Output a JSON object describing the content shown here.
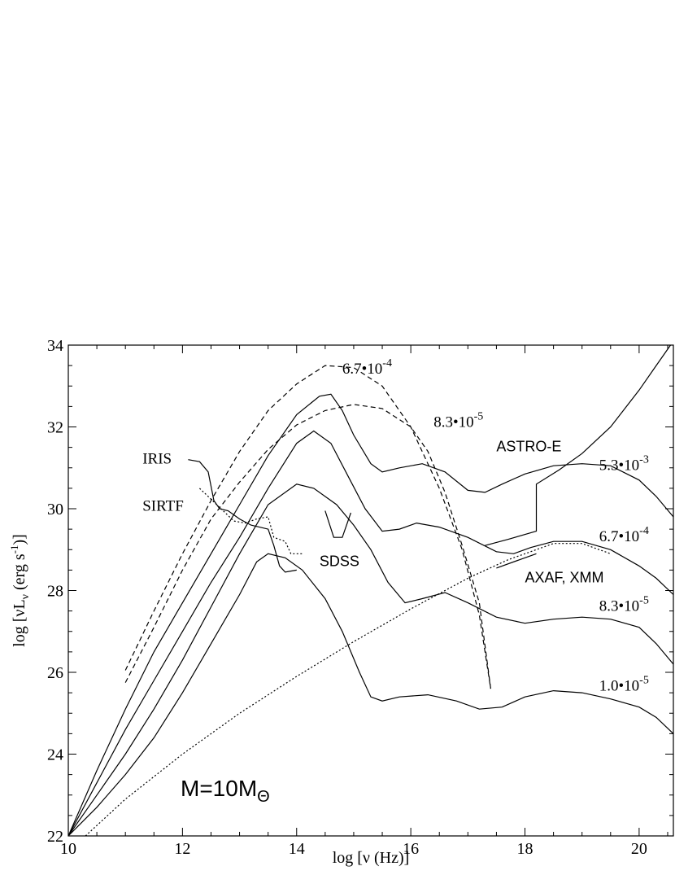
{
  "chart_data": {
    "type": "line",
    "xlabel": "log [ν (Hz)]",
    "ylabel": "log [νL_ν (erg s^-1)]",
    "xlim": [
      10,
      20.6
    ],
    "ylim": [
      22,
      34
    ],
    "x_ticks": [
      10,
      12,
      14,
      16,
      18,
      20
    ],
    "y_ticks": [
      22,
      24,
      26,
      28,
      30,
      32,
      34
    ],
    "grid": false,
    "mass_label": {
      "prefix": "M=10M",
      "sub": "Θ"
    },
    "series": [
      {
        "style": "solid",
        "points": [
          [
            10.0,
            22.0
          ],
          [
            10.5,
            23.6
          ],
          [
            11.0,
            25.1
          ],
          [
            11.5,
            26.5
          ],
          [
            12.0,
            27.7
          ],
          [
            12.5,
            28.9
          ],
          [
            13.0,
            30.1
          ],
          [
            13.5,
            31.3
          ],
          [
            14.0,
            32.3
          ],
          [
            14.4,
            32.75
          ],
          [
            14.6,
            32.8
          ],
          [
            14.8,
            32.4
          ],
          [
            15.0,
            31.8
          ],
          [
            15.3,
            31.1
          ],
          [
            15.5,
            30.9
          ],
          [
            15.8,
            31.0
          ],
          [
            16.2,
            31.1
          ],
          [
            16.6,
            30.9
          ],
          [
            17.0,
            30.45
          ],
          [
            17.3,
            30.4
          ],
          [
            17.6,
            30.6
          ],
          [
            18.0,
            30.85
          ],
          [
            18.5,
            31.05
          ],
          [
            19.0,
            31.1
          ],
          [
            19.5,
            31.05
          ],
          [
            20.0,
            30.7
          ],
          [
            20.3,
            30.3
          ],
          [
            20.6,
            29.8
          ]
        ]
      },
      {
        "style": "solid",
        "points": [
          [
            10.0,
            22.0
          ],
          [
            10.5,
            23.3
          ],
          [
            11.0,
            24.6
          ],
          [
            11.5,
            25.8
          ],
          [
            12.0,
            27.0
          ],
          [
            12.5,
            28.2
          ],
          [
            13.0,
            29.3
          ],
          [
            13.5,
            30.5
          ],
          [
            14.0,
            31.6
          ],
          [
            14.3,
            31.9
          ],
          [
            14.6,
            31.6
          ],
          [
            14.9,
            30.8
          ],
          [
            15.2,
            30.0
          ],
          [
            15.5,
            29.45
          ],
          [
            15.8,
            29.5
          ],
          [
            16.1,
            29.65
          ],
          [
            16.5,
            29.55
          ],
          [
            17.0,
            29.3
          ],
          [
            17.5,
            28.95
          ],
          [
            17.8,
            28.9
          ],
          [
            18.1,
            29.05
          ],
          [
            18.5,
            29.2
          ],
          [
            19.0,
            29.2
          ],
          [
            19.5,
            29.0
          ],
          [
            20.0,
            28.6
          ],
          [
            20.3,
            28.3
          ],
          [
            20.6,
            27.9
          ]
        ]
      },
      {
        "style": "solid",
        "points": [
          [
            10.0,
            22.0
          ],
          [
            10.5,
            23.0
          ],
          [
            11.0,
            24.0
          ],
          [
            11.5,
            25.1
          ],
          [
            12.0,
            26.3
          ],
          [
            12.5,
            27.6
          ],
          [
            13.0,
            28.9
          ],
          [
            13.5,
            30.1
          ],
          [
            14.0,
            30.6
          ],
          [
            14.3,
            30.5
          ],
          [
            14.7,
            30.1
          ],
          [
            15.0,
            29.6
          ],
          [
            15.3,
            29.0
          ],
          [
            15.6,
            28.2
          ],
          [
            15.9,
            27.7
          ],
          [
            16.2,
            27.8
          ],
          [
            16.6,
            27.95
          ],
          [
            17.0,
            27.7
          ],
          [
            17.5,
            27.35
          ],
          [
            18.0,
            27.2
          ],
          [
            18.5,
            27.3
          ],
          [
            19.0,
            27.35
          ],
          [
            19.5,
            27.3
          ],
          [
            20.0,
            27.1
          ],
          [
            20.3,
            26.7
          ],
          [
            20.6,
            26.2
          ]
        ]
      },
      {
        "style": "solid",
        "points": [
          [
            10.0,
            22.0
          ],
          [
            10.5,
            22.7
          ],
          [
            11.0,
            23.5
          ],
          [
            11.5,
            24.4
          ],
          [
            12.0,
            25.5
          ],
          [
            12.5,
            26.7
          ],
          [
            13.0,
            27.9
          ],
          [
            13.3,
            28.7
          ],
          [
            13.5,
            28.9
          ],
          [
            13.8,
            28.8
          ],
          [
            14.1,
            28.5
          ],
          [
            14.5,
            27.8
          ],
          [
            14.8,
            27.0
          ],
          [
            15.1,
            26.0
          ],
          [
            15.3,
            25.4
          ],
          [
            15.5,
            25.3
          ],
          [
            15.8,
            25.4
          ],
          [
            16.3,
            25.45
          ],
          [
            16.8,
            25.3
          ],
          [
            17.2,
            25.1
          ],
          [
            17.6,
            25.15
          ],
          [
            18.0,
            25.4
          ],
          [
            18.5,
            25.55
          ],
          [
            19.0,
            25.5
          ],
          [
            19.5,
            25.35
          ],
          [
            20.0,
            25.15
          ],
          [
            20.3,
            24.9
          ],
          [
            20.6,
            24.5
          ]
        ]
      },
      {
        "style": "dashed",
        "points": [
          [
            11.0,
            26.05
          ],
          [
            11.5,
            27.5
          ],
          [
            12.0,
            28.9
          ],
          [
            12.5,
            30.2
          ],
          [
            13.0,
            31.4
          ],
          [
            13.5,
            32.4
          ],
          [
            14.0,
            33.05
          ],
          [
            14.5,
            33.5
          ],
          [
            15.0,
            33.45
          ],
          [
            15.5,
            33.0
          ],
          [
            16.0,
            32.0
          ],
          [
            16.5,
            30.5
          ],
          [
            16.9,
            29.0
          ],
          [
            17.2,
            27.4
          ],
          [
            17.4,
            25.6
          ]
        ]
      },
      {
        "style": "dashed",
        "points": [
          [
            11.0,
            25.75
          ],
          [
            11.5,
            27.1
          ],
          [
            12.0,
            28.5
          ],
          [
            12.5,
            29.75
          ],
          [
            13.0,
            30.65
          ],
          [
            13.5,
            31.45
          ],
          [
            14.0,
            32.05
          ],
          [
            14.5,
            32.4
          ],
          [
            15.0,
            32.55
          ],
          [
            15.5,
            32.45
          ],
          [
            16.0,
            32.0
          ],
          [
            16.3,
            31.4
          ],
          [
            16.6,
            30.4
          ],
          [
            16.9,
            29.1
          ],
          [
            17.2,
            27.7
          ],
          [
            17.4,
            25.6
          ]
        ]
      },
      {
        "style": "dotted",
        "points": [
          [
            10.3,
            22.0
          ],
          [
            11.0,
            22.9
          ],
          [
            12.0,
            24.0
          ],
          [
            13.0,
            25.0
          ],
          [
            14.0,
            25.9
          ],
          [
            15.0,
            26.75
          ],
          [
            16.0,
            27.55
          ],
          [
            17.0,
            28.3
          ],
          [
            17.7,
            28.75
          ],
          [
            18.0,
            28.9
          ],
          [
            18.5,
            29.15
          ],
          [
            19.0,
            29.15
          ],
          [
            19.3,
            29.0
          ],
          [
            19.5,
            28.9
          ]
        ]
      }
    ],
    "instruments": [
      {
        "name": "IRIS",
        "style": "solid",
        "points": [
          [
            12.1,
            31.2
          ],
          [
            12.3,
            31.15
          ],
          [
            12.45,
            30.9
          ],
          [
            12.55,
            30.2
          ],
          [
            12.65,
            30.0
          ],
          [
            12.8,
            29.95
          ],
          [
            13.0,
            29.75
          ],
          [
            13.2,
            29.6
          ],
          [
            13.5,
            29.5
          ],
          [
            13.6,
            29.1
          ],
          [
            13.7,
            28.6
          ],
          [
            13.8,
            28.45
          ],
          [
            14.0,
            28.5
          ]
        ]
      },
      {
        "name": "SIRTF",
        "style": "dotted",
        "points": [
          [
            12.3,
            30.5
          ],
          [
            12.6,
            30.1
          ],
          [
            12.9,
            29.7
          ],
          [
            13.1,
            29.65
          ],
          [
            13.3,
            29.75
          ],
          [
            13.5,
            29.8
          ],
          [
            13.6,
            29.3
          ],
          [
            13.8,
            29.2
          ],
          [
            13.9,
            28.9
          ],
          [
            14.1,
            28.9
          ]
        ]
      },
      {
        "name": "SDSS",
        "style": "solid",
        "points": [
          [
            14.5,
            29.95
          ],
          [
            14.65,
            29.3
          ],
          [
            14.8,
            29.3
          ],
          [
            14.95,
            29.9
          ]
        ]
      },
      {
        "name": "ASTRO-E",
        "style": "solid-thick",
        "points": [
          [
            17.3,
            29.1
          ],
          [
            17.7,
            29.25
          ],
          [
            18.2,
            29.45
          ],
          [
            18.2,
            30.6
          ],
          [
            18.6,
            30.95
          ],
          [
            19.0,
            31.35
          ],
          [
            19.5,
            32.0
          ],
          [
            20.0,
            32.9
          ],
          [
            20.3,
            33.5
          ],
          [
            20.55,
            34.0
          ]
        ]
      },
      {
        "name": "AXAF, XMM",
        "style": "solid",
        "points": [
          [
            17.5,
            28.55
          ],
          [
            17.9,
            28.75
          ],
          [
            18.2,
            28.9
          ]
        ]
      }
    ],
    "labels": [
      {
        "text": "6.7•10",
        "exp": "-4",
        "x": 14.8,
        "y": 33.3
      },
      {
        "text": "8.3•10",
        "exp": "-5",
        "x": 16.4,
        "y": 32.0
      },
      {
        "text": "5.3•10",
        "exp": "-3",
        "x": 19.3,
        "y": 30.95
      },
      {
        "text": "6.7•10",
        "exp": "-4",
        "x": 19.3,
        "y": 29.2
      },
      {
        "text": "8.3•10",
        "exp": "-5",
        "x": 19.3,
        "y": 27.5
      },
      {
        "text": "1.0•10",
        "exp": "-5",
        "x": 19.3,
        "y": 25.55
      },
      {
        "text": "ASTRO-E",
        "x": 17.5,
        "y": 31.4
      },
      {
        "text": "IRIS",
        "x": 11.3,
        "y": 31.1
      },
      {
        "text": "SIRTF",
        "x": 11.3,
        "y": 29.95
      },
      {
        "text": "SDSS",
        "x": 14.4,
        "y": 28.6
      },
      {
        "text": "AXAF, XMM",
        "x": 18.0,
        "y": 28.2
      }
    ]
  }
}
